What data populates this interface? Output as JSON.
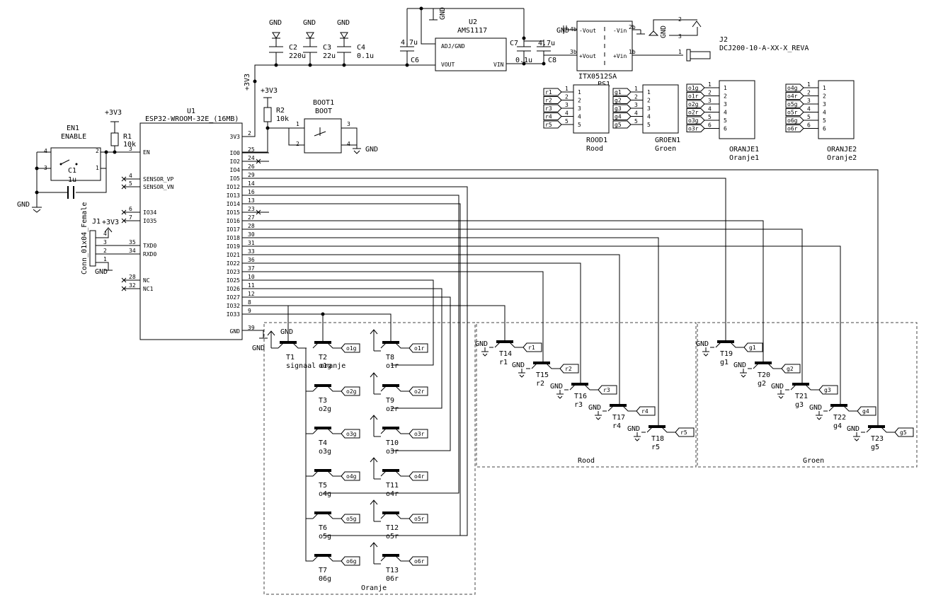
{
  "parts": {
    "u1": {
      "ref": "U1",
      "value": "ESP32-WROOM-32E_(16MB)"
    },
    "u2": {
      "ref": "U2",
      "value": "AMS1117"
    },
    "ps1": {
      "ref": "PS1",
      "value": "ITX0512SA"
    },
    "j1": {
      "ref": "J1",
      "value": "Conn_01x04_Female"
    },
    "j2": {
      "ref": "J2",
      "value": "DCJ200-10-A-XX-X_REVA"
    },
    "en1": {
      "ref": "EN1",
      "value": "ENABLE"
    },
    "boot1": {
      "ref": "BOOT1",
      "value": "BOOT"
    },
    "r1": {
      "ref": "R1",
      "value": "10k"
    },
    "r2": {
      "ref": "R2",
      "value": "10k"
    },
    "c1": {
      "ref": "C1",
      "value": "1u"
    },
    "c2": {
      "ref": "C2",
      "value": "220u"
    },
    "c3": {
      "ref": "C3",
      "value": "22u"
    },
    "c4": {
      "ref": "C4",
      "value": "0.1u"
    },
    "c6": {
      "ref": "C6",
      "value": "4.7u"
    },
    "c7": {
      "ref": "C7",
      "value": "0.1u"
    },
    "c8": {
      "ref": "C8",
      "value": "4.7u"
    }
  },
  "nets": {
    "gnd": "GND",
    "v33": "+3V3"
  },
  "u1_pins": [
    {
      "name": "3V3",
      "num": "2"
    },
    {
      "name": "EN",
      "num": "3"
    },
    {
      "name": "IO0",
      "num": "25"
    },
    {
      "name": "IO2",
      "num": "24"
    },
    {
      "name": "IO4",
      "num": "26"
    },
    {
      "name": "IO5",
      "num": "29"
    },
    {
      "name": "IO12",
      "num": "14"
    },
    {
      "name": "IO13",
      "num": "16"
    },
    {
      "name": "IO14",
      "num": "13"
    },
    {
      "name": "IO15",
      "num": "23"
    },
    {
      "name": "IO16",
      "num": "27"
    },
    {
      "name": "IO17",
      "num": "28"
    },
    {
      "name": "IO18",
      "num": "30"
    },
    {
      "name": "IO19",
      "num": "31"
    },
    {
      "name": "IO21",
      "num": "33"
    },
    {
      "name": "IO22",
      "num": "36"
    },
    {
      "name": "IO23",
      "num": "37"
    },
    {
      "name": "IO25",
      "num": "10"
    },
    {
      "name": "IO26",
      "num": "11"
    },
    {
      "name": "IO27",
      "num": "12"
    },
    {
      "name": "IO32",
      "num": "8"
    },
    {
      "name": "IO33",
      "num": "9"
    },
    {
      "name": "SENSOR_VP",
      "num": "4"
    },
    {
      "name": "SENSOR_VN",
      "num": "5"
    },
    {
      "name": "IO34",
      "num": "6"
    },
    {
      "name": "IO35",
      "num": "7"
    },
    {
      "name": "TXD0",
      "num": "35"
    },
    {
      "name": "RXD0",
      "num": "34"
    },
    {
      "name": "NC",
      "num": "28"
    },
    {
      "name": "NC1",
      "num": "32"
    },
    {
      "name": "GND",
      "num": "39"
    }
  ],
  "u2_pins": {
    "adj": "ADJ/GND",
    "vout": "VOUT",
    "vin": "VIN"
  },
  "ps1_pins": {
    "mvout": "-Vout",
    "pvout": "+Vout",
    "mvin": "-Vin",
    "pvin": "+Vin",
    "p4b": "4b",
    "p3b": "3b",
    "p2b": "2b",
    "p1b": "1b"
  },
  "connectors": [
    {
      "ref": "ROOD1",
      "value": "Rood",
      "labels": [
        "r1",
        "r2",
        "r3",
        "r4",
        "r5"
      ]
    },
    {
      "ref": "GROEN1",
      "value": "Groen",
      "labels": [
        "g1",
        "g2",
        "g3",
        "g4",
        "g5"
      ]
    },
    {
      "ref": "ORANJE1",
      "value": "Oranje1",
      "labels": [
        "o1g",
        "o1r",
        "o2g",
        "o2r",
        "o3g",
        "o3r"
      ]
    },
    {
      "ref": "ORANJE2",
      "value": "Oranje2",
      "labels": [
        "o4g",
        "o4r",
        "o5g",
        "o5r",
        "o6g",
        "o6r"
      ]
    }
  ],
  "groups": {
    "oranje": "Oranje",
    "rood": "Rood",
    "groen": "Groen"
  },
  "transistors_oranje": [
    {
      "ref": "T1",
      "value": "signaal oranje"
    },
    {
      "ref": "T2",
      "value": "o1g",
      "label": "o1g"
    },
    {
      "ref": "T8",
      "value": "o1r",
      "label": "o1r"
    },
    {
      "ref": "T3",
      "value": "o2g",
      "label": "o2g"
    },
    {
      "ref": "T9",
      "value": "o2r",
      "label": "o2r"
    },
    {
      "ref": "T4",
      "value": "o3g",
      "label": "o3g"
    },
    {
      "ref": "T10",
      "value": "o3r",
      "label": "o3r"
    },
    {
      "ref": "T5",
      "value": "o4g",
      "label": "o4g"
    },
    {
      "ref": "T11",
      "value": "o4r",
      "label": "o4r"
    },
    {
      "ref": "T6",
      "value": "o5g",
      "label": "o5g"
    },
    {
      "ref": "T12",
      "value": "o5r",
      "label": "o5r"
    },
    {
      "ref": "T7",
      "value": "06g",
      "label": "o6g"
    },
    {
      "ref": "T13",
      "value": "06r",
      "label": "o6r"
    }
  ],
  "transistors_rood": [
    {
      "ref": "T14",
      "value": "r1",
      "label": "r1"
    },
    {
      "ref": "T15",
      "value": "r2",
      "label": "r2"
    },
    {
      "ref": "T16",
      "value": "r3",
      "label": "r3"
    },
    {
      "ref": "T17",
      "value": "r4",
      "label": "r4"
    },
    {
      "ref": "T18",
      "value": "r5",
      "label": "r5"
    }
  ],
  "transistors_groen": [
    {
      "ref": "T19",
      "value": "g1",
      "label": "g1"
    },
    {
      "ref": "T20",
      "value": "g2",
      "label": "g2"
    },
    {
      "ref": "T21",
      "value": "g3",
      "label": "g3"
    },
    {
      "ref": "T22",
      "value": "g4",
      "label": "g4"
    },
    {
      "ref": "T23",
      "value": "g5",
      "label": "g5"
    }
  ]
}
